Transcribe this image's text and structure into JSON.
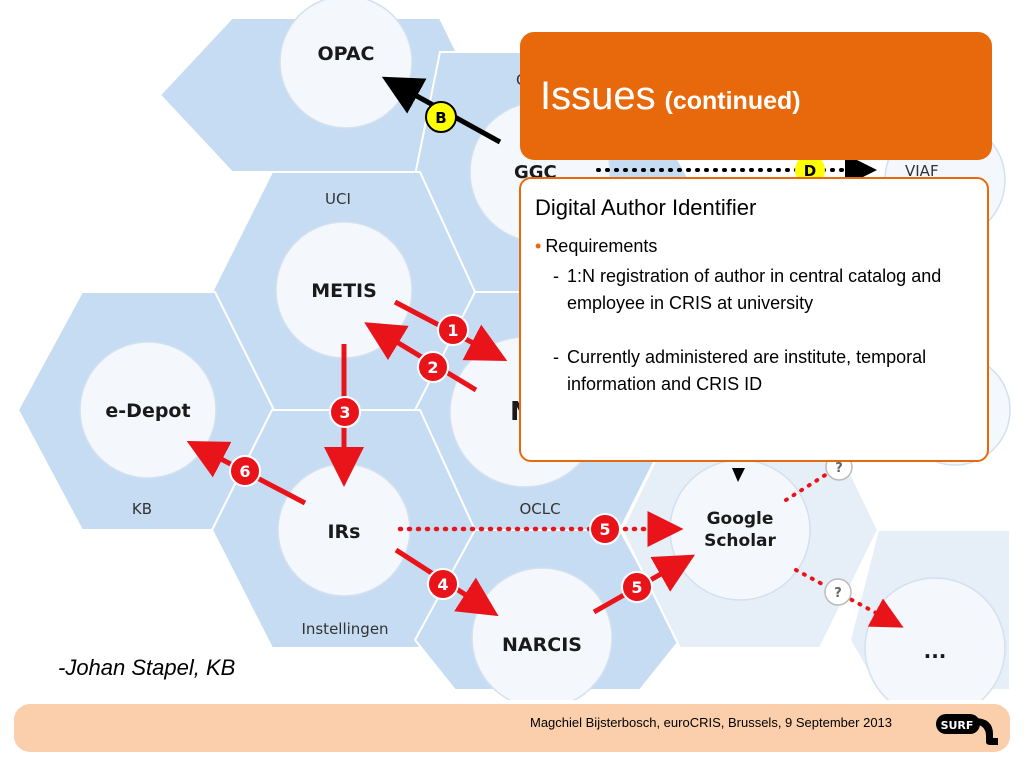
{
  "slide": {
    "title": "Issues",
    "title_sub": "(continued)",
    "content": {
      "heading": "Digital Author Identifier",
      "bullet": "Requirements",
      "sub_items": [
        "1:N registration of author in central catalog and employee in CRIS at university",
        "Currently administered are institute, temporal information and CRIS ID"
      ]
    },
    "quote": "-Johan Stapel, KB",
    "footer_text": "Magchiel Bijsterbosch, euroCRIS, Brussels, 9 September 2013",
    "logo_text": "SURF"
  },
  "diagram": {
    "nodes": {
      "opac": "OPAC",
      "ggc": "GGC",
      "viaf": "VIAF",
      "metis": "METIS",
      "edepot": "e-Depot",
      "irs": "IRs",
      "narcis": "NARCIS",
      "google": [
        "Google",
        "Scholar"
      ],
      "ellipsis": "...",
      "partial_center": "N",
      "partial_top": "C"
    },
    "regions": {
      "uci": "UCI",
      "kb": "KB",
      "oclc": "OCLC",
      "instellingen": "Instellingen"
    },
    "badges": {
      "b": "B",
      "d": "D",
      "n1": "1",
      "n2": "2",
      "n3": "3",
      "n4": "4",
      "n5a": "5",
      "n5b": "5",
      "n6": "6"
    },
    "question_mark": "?",
    "colors": {
      "hex_fill": "#c6dcf2",
      "hex_fill_light": "#e6eef8",
      "node_fill": "#f4f8fd",
      "arrow_red": "#e8141a",
      "badge_yellow": "#ffff00",
      "accent_orange": "#e8690b",
      "footer_fill": "#fbcfab"
    }
  }
}
